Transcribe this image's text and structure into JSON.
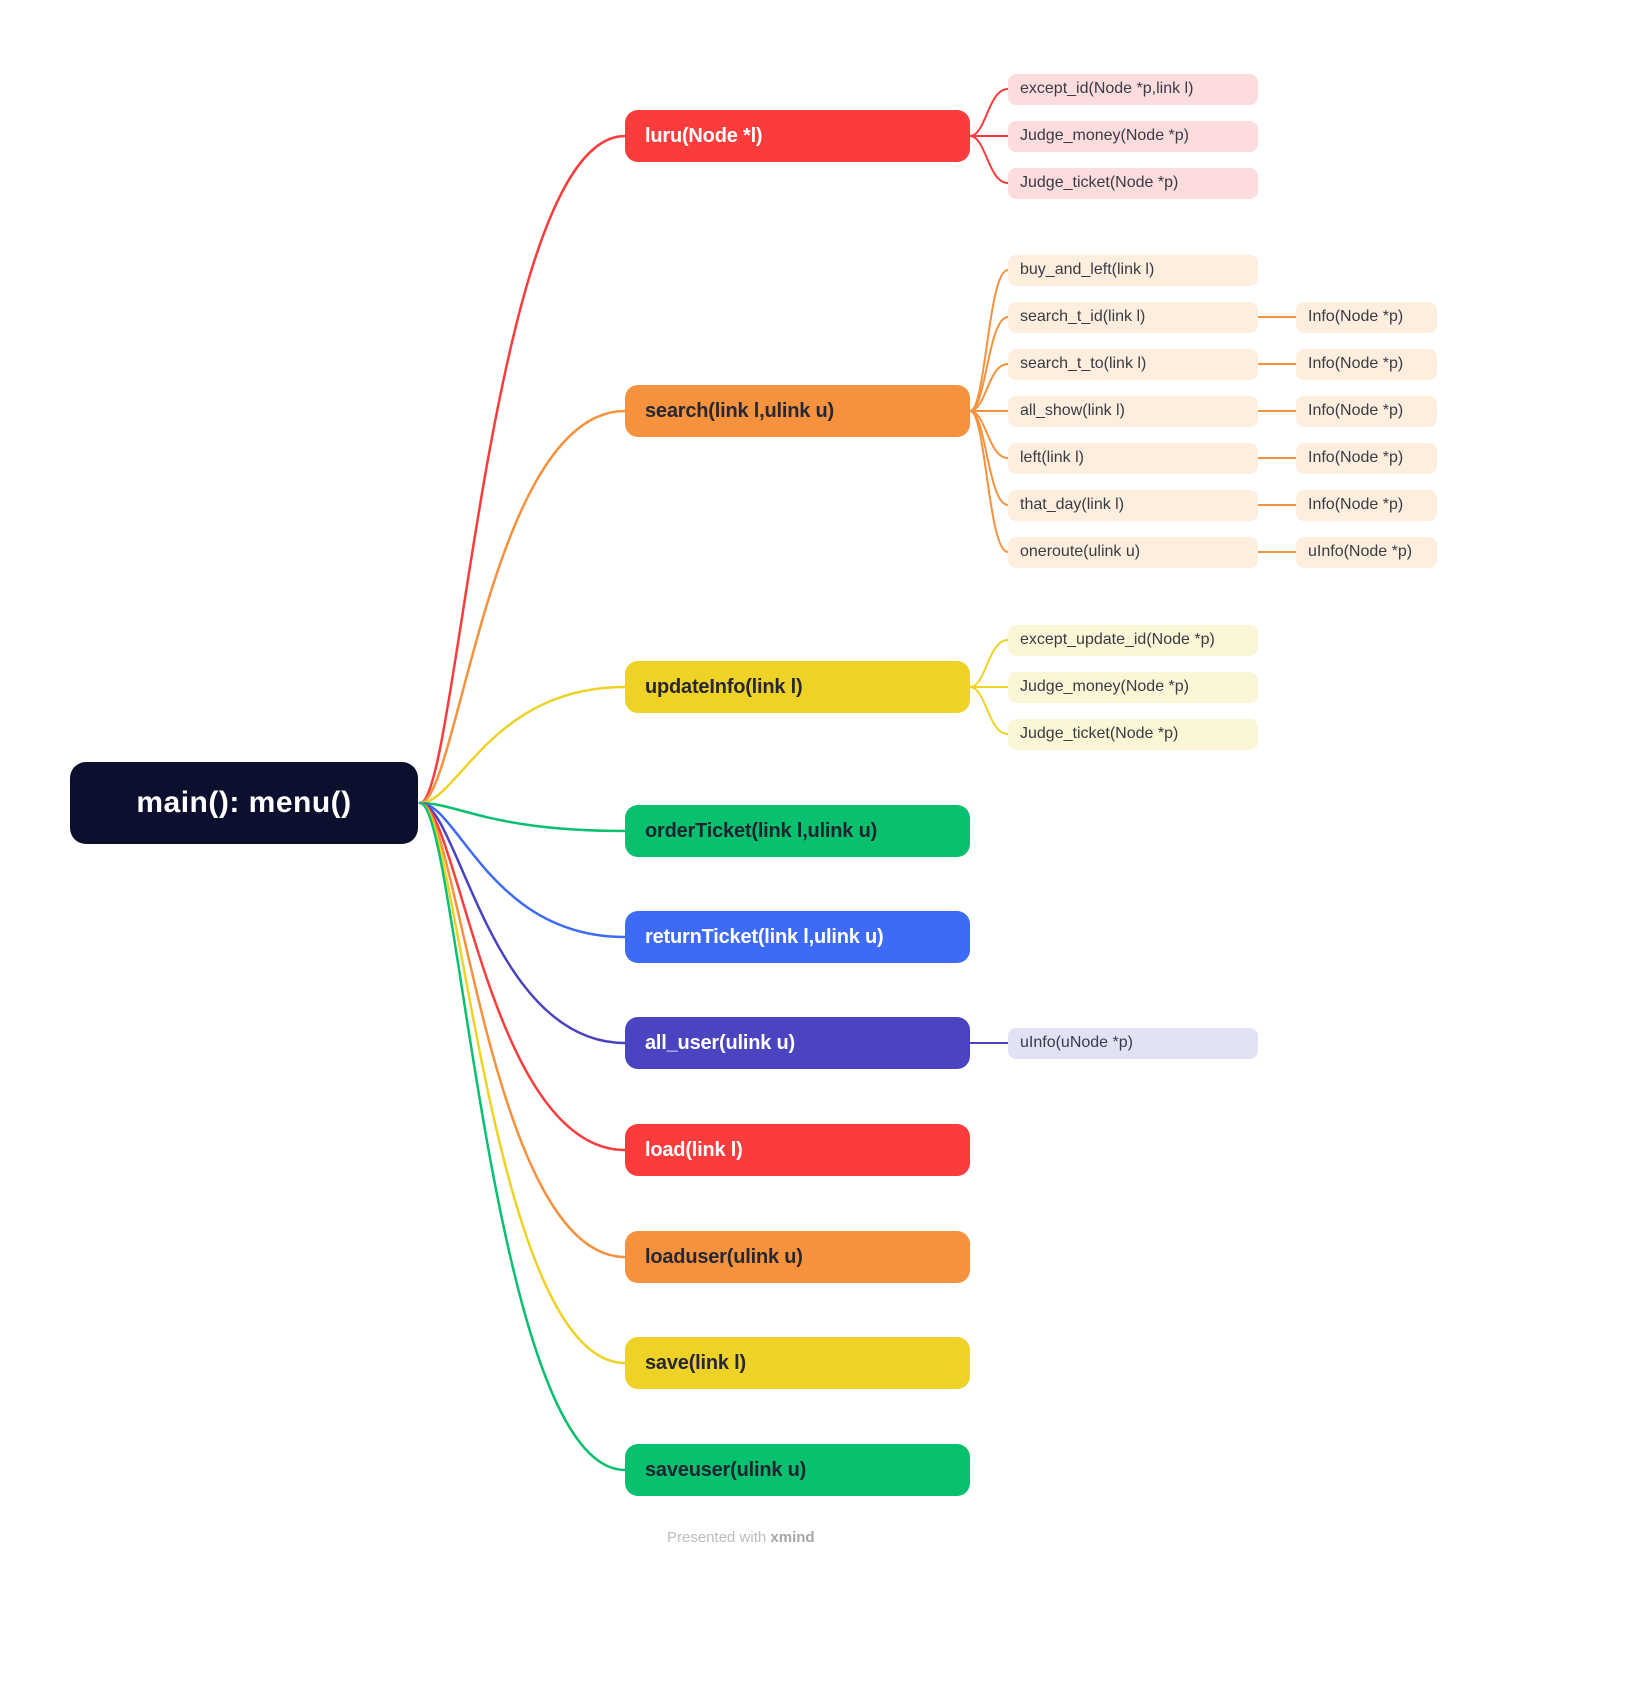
{
  "root": {
    "label": "main():  menu()",
    "bg": "#0c0f2e",
    "text_color": "#ffffff"
  },
  "branches": [
    {
      "label": "luru(Node *l)",
      "color": "#fa3c3c",
      "text_color": "#ffffff",
      "child_bg": "#fcdcdc",
      "children": [
        {
          "label": "except_id(Node *p,link l)"
        },
        {
          "label": "Judge_money(Node *p)"
        },
        {
          "label": "Judge_ticket(Node *p)"
        }
      ]
    },
    {
      "label": "search(link l,ulink u)",
      "color": "#f6923e",
      "text_color": "#272733",
      "child_bg": "#fdeede",
      "children": [
        {
          "label": "buy_and_left(link l)"
        },
        {
          "label": "search_t_id(link l)",
          "child": {
            "label": "Info(Node *p)"
          }
        },
        {
          "label": "search_t_to(link l)",
          "child": {
            "label": "Info(Node *p)"
          }
        },
        {
          "label": "all_show(link l)",
          "child": {
            "label": "Info(Node *p)"
          }
        },
        {
          "label": "left(link l)",
          "child": {
            "label": "Info(Node *p)"
          }
        },
        {
          "label": "that_day(link l)",
          "child": {
            "label": "Info(Node *p)"
          }
        },
        {
          "label": "oneroute(ulink u)",
          "child": {
            "label": "uInfo(Node *p)"
          }
        }
      ]
    },
    {
      "label": "updateInfo(link l)",
      "color": "#efd226",
      "text_color": "#272733",
      "child_bg": "#fbf7d6",
      "children": [
        {
          "label": "except_update_id(Node *p)"
        },
        {
          "label": "Judge_money(Node *p)"
        },
        {
          "label": "Judge_ticket(Node *p)"
        }
      ]
    },
    {
      "label": "orderTicket(link l,ulink u)",
      "color": "#09c06f",
      "text_color": "#1d2530",
      "children": []
    },
    {
      "label": "returnTicket(link l,ulink u)",
      "color": "#3e6bf6",
      "text_color": "#ffffff",
      "children": []
    },
    {
      "label": "all_user(ulink u)",
      "color": "#4a44c0",
      "text_color": "#ffffff",
      "child_bg": "#e1e3f5",
      "children": [
        {
          "label": "uInfo(uNode *p)"
        }
      ]
    },
    {
      "label": "load(link l)",
      "color": "#fa3c3c",
      "text_color": "#ffffff",
      "children": []
    },
    {
      "label": "loaduser(ulink u)",
      "color": "#f6923e",
      "text_color": "#272733",
      "children": []
    },
    {
      "label": "save(link l)",
      "color": "#efd226",
      "text_color": "#272733",
      "children": []
    },
    {
      "label": "saveuser(ulink u)",
      "color": "#09c06f",
      "text_color": "#1d2530",
      "children": []
    }
  ],
  "footer": {
    "prefix": "Presented with",
    "brand": "xmind"
  }
}
